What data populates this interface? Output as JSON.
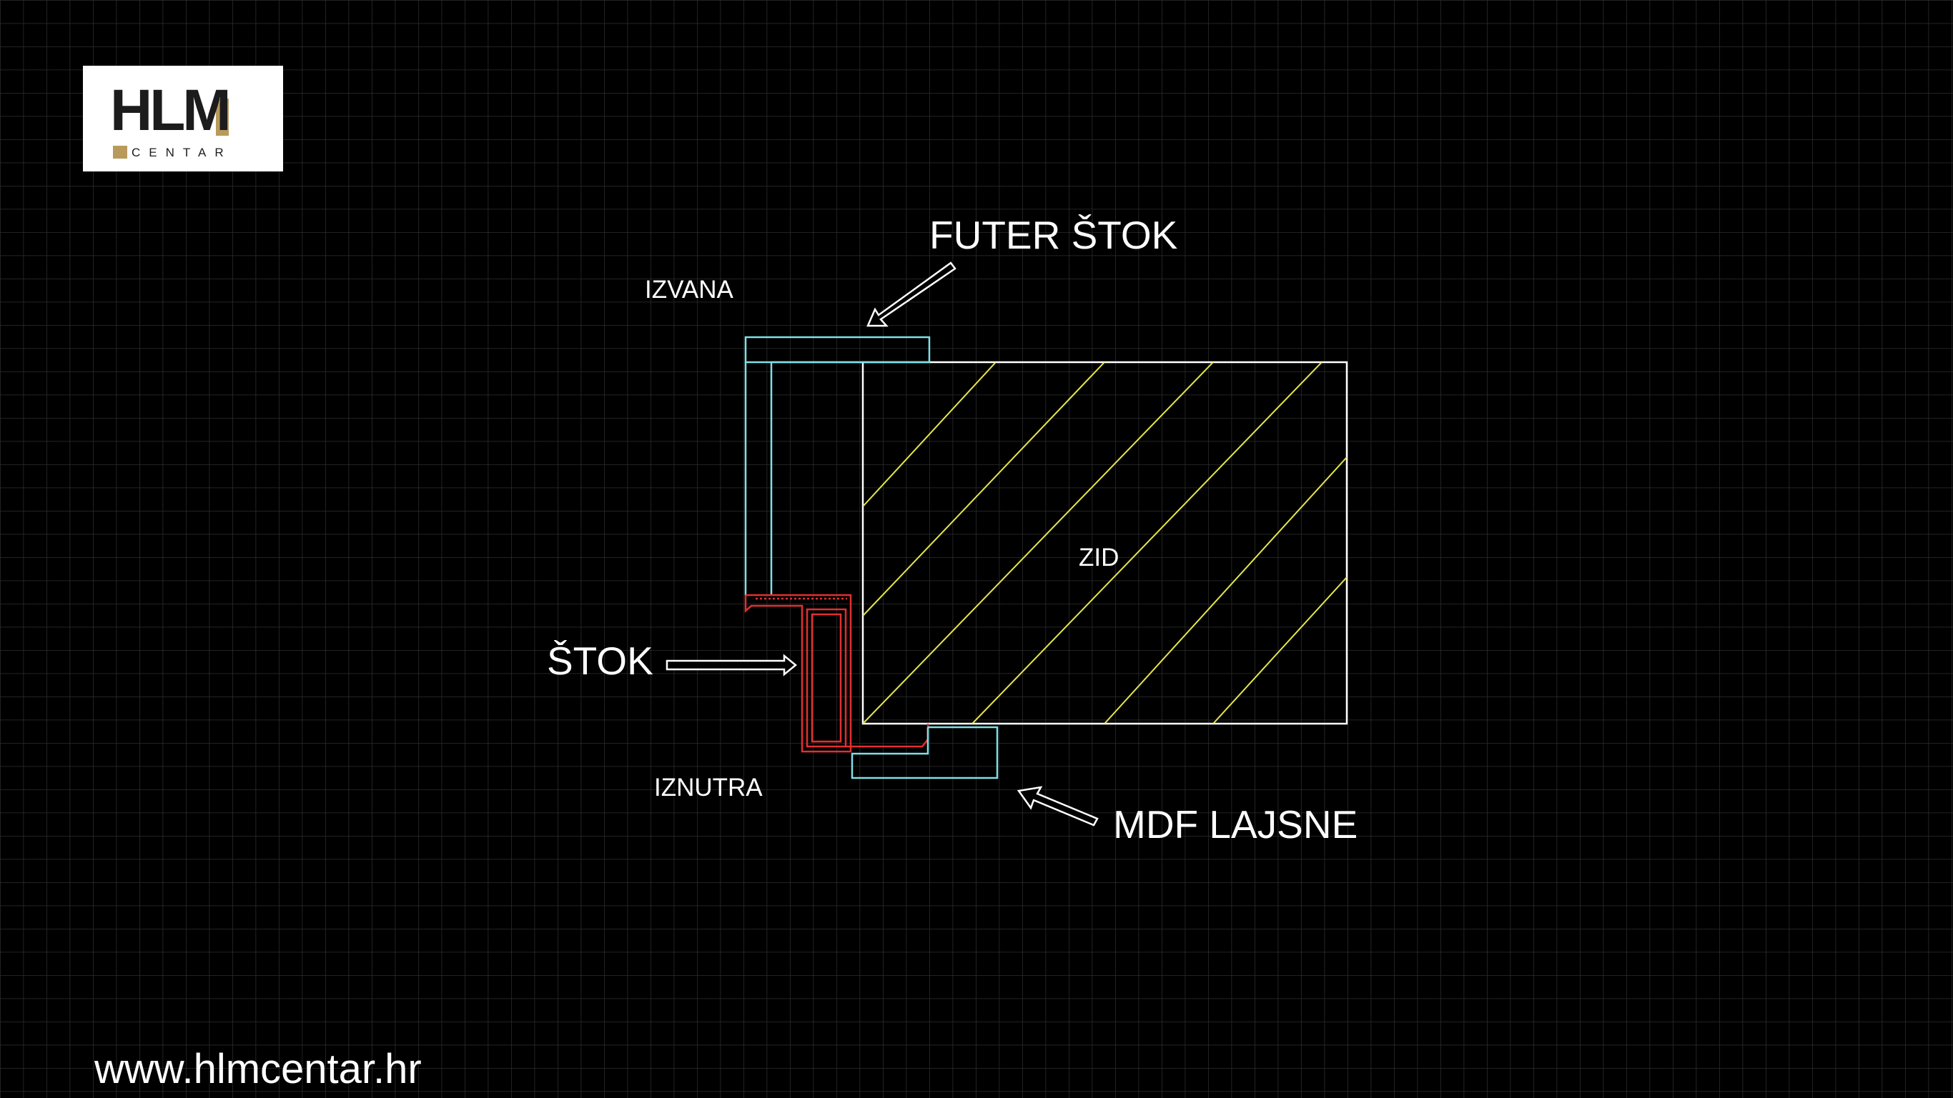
{
  "brand": {
    "logo_text": "HLM",
    "logo_sub": "CENTAR",
    "website": "www.hlmcentar.hr",
    "gold": "#b89a5c"
  },
  "labels": {
    "futer_stok": "FUTER ŠTOK",
    "izvana": "IZVANA",
    "zid": "ZID",
    "stok": "ŠTOK",
    "iznutra": "IZNUTRA",
    "mdf_lajsne": "MDF LAJSNE"
  },
  "colors": {
    "background": "#000000",
    "grid": "#2e2e2e",
    "wall_outline": "#ffffff",
    "hatch": "#e6e64a",
    "futer": "#7fe0e6",
    "frame": "#e03030",
    "arrow": "#ffffff"
  }
}
